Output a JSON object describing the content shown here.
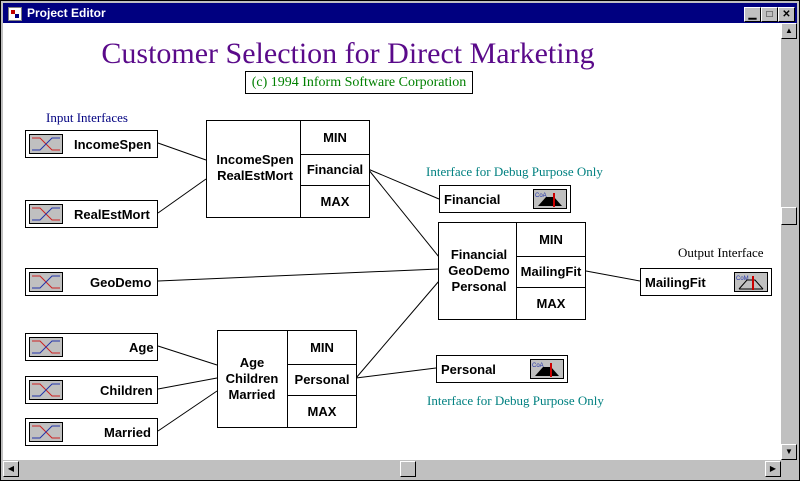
{
  "window": {
    "title": "Project Editor"
  },
  "diagram": {
    "title": "Customer Selection for Direct Marketing",
    "copyright": "(c) 1994 Inform Software Corporation",
    "captions": {
      "input_interfaces": "Input Interfaces",
      "debug_top": "Interface for Debug Purpose Only",
      "output_interface": "Output Interface",
      "debug_bottom": "Interface for Debug Purpose Only"
    },
    "inputs": [
      "IncomeSpen",
      "RealEstMort",
      "GeoDemo",
      "Age",
      "Children",
      "Married"
    ],
    "debug_outputs": {
      "financial": "Financial",
      "personal": "Personal"
    },
    "output": "MailingFit",
    "rule_blocks": {
      "financial": {
        "inputs": [
          "IncomeSpen",
          "RealEstMort"
        ],
        "min": "MIN",
        "output": "Financial",
        "max": "MAX"
      },
      "mailingfit": {
        "inputs": [
          "Financial",
          "GeoDemo",
          "Personal"
        ],
        "min": "MIN",
        "output": "MailingFit",
        "max": "MAX"
      },
      "personal": {
        "inputs": [
          "Age",
          "Children",
          "Married"
        ],
        "min": "MIN",
        "output": "Personal",
        "max": "MAX"
      }
    },
    "icon_label": "CoA",
    "icon_label_output": "CoM"
  },
  "colors": {
    "title": "#5a0a8a",
    "copyright": "#008000",
    "caption_debug": "#008080",
    "caption_input": "#000080",
    "titlebar": "#000080"
  }
}
